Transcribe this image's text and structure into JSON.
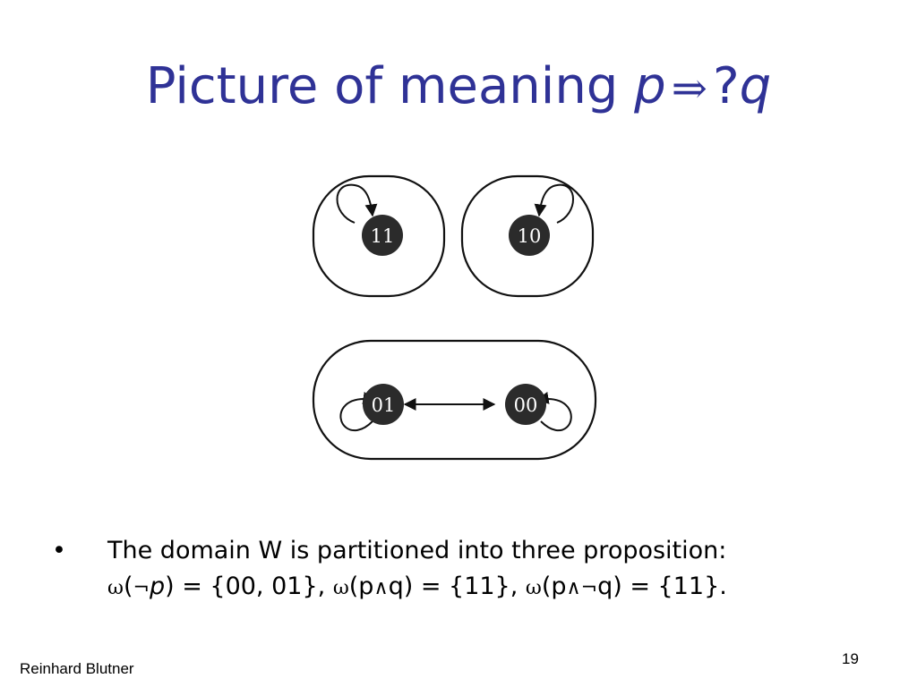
{
  "slide": {
    "title": {
      "text": "Picture of meaning",
      "var_p": "p",
      "arrow": "⇒",
      "question": "?",
      "var_q": "q"
    },
    "diagram": {
      "nodes": [
        {
          "label": "11",
          "loop_side": "top-left"
        },
        {
          "label": "10",
          "loop_side": "top-right"
        },
        {
          "label": "01",
          "loop_side": "bottom-left"
        },
        {
          "label": "00",
          "loop_side": "bottom-right"
        }
      ],
      "edges": [
        {
          "from": "01",
          "to": "00",
          "type": "bidirectional"
        }
      ],
      "cells": [
        [
          "11"
        ],
        [
          "10"
        ],
        [
          "01",
          "00"
        ]
      ],
      "node_color": "#2b2b2b",
      "label_color": "#ffffff",
      "line_color": "#111111"
    },
    "bullet": {
      "marker": "•",
      "line1": "The domain W is partitioned into three proposition:",
      "f1": "ω",
      "f1_open": "(",
      "f1_neg": "¬",
      "f1_var": "p",
      "f1_rest": ") = {00, 01}, ",
      "f2": "ω",
      "f2_open": "(p",
      "f2_and": "∧",
      "f2_rest": "q) = {11}, ",
      "f3": "ω",
      "f3_open": "(p",
      "f3_and": "∧",
      "f3_neg": "¬",
      "f3_rest": "q) = {11}."
    },
    "footer": {
      "author": "Reinhard Blutner",
      "page_number": "19"
    },
    "colors": {
      "title": "#2f3296",
      "text": "#000000",
      "background": "#ffffff"
    }
  }
}
